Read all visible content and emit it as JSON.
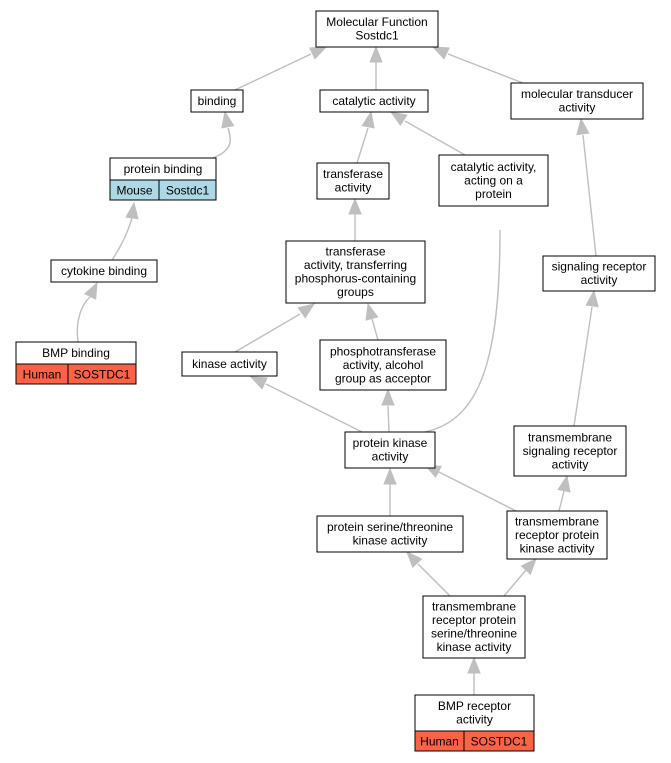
{
  "nodes": {
    "mf_root": {
      "lines": [
        "Molecular Function",
        "Sostdc1"
      ]
    },
    "binding": {
      "lines": [
        "binding"
      ]
    },
    "catalytic_activity": {
      "lines": [
        "catalytic activity"
      ]
    },
    "molecular_transducer": {
      "lines": [
        "molecular transducer",
        "activity"
      ]
    },
    "protein_binding": {
      "lines": [
        "protein binding"
      ],
      "species": "Mouse",
      "gene": "Sostdc1"
    },
    "transferase": {
      "lines": [
        "transferase",
        "activity"
      ]
    },
    "catalytic_protein": {
      "lines": [
        "catalytic activity,",
        "acting on a",
        "protein"
      ]
    },
    "cytokine_binding": {
      "lines": [
        "cytokine binding"
      ]
    },
    "transferase_phospho": {
      "lines": [
        "transferase",
        "activity, transferring",
        "phosphorus-containing",
        "groups"
      ]
    },
    "signaling_receptor": {
      "lines": [
        "signaling receptor",
        "activity"
      ]
    },
    "bmp_binding": {
      "lines": [
        "BMP binding"
      ],
      "species": "Human",
      "gene": "SOSTDC1"
    },
    "kinase": {
      "lines": [
        "kinase activity"
      ]
    },
    "phosphotransferase_alcohol": {
      "lines": [
        "phosphotransferase",
        "activity, alcohol",
        "group as acceptor"
      ]
    },
    "protein_kinase": {
      "lines": [
        "protein kinase",
        "activity"
      ]
    },
    "tm_signaling_receptor": {
      "lines": [
        "transmembrane",
        "signaling receptor",
        "activity"
      ]
    },
    "ser_thr_kinase": {
      "lines": [
        "protein serine/threonine",
        "kinase activity"
      ]
    },
    "tm_receptor_kinase": {
      "lines": [
        "transmembrane",
        "receptor protein",
        "kinase activity"
      ]
    },
    "tm_receptor_ser_thr": {
      "lines": [
        "transmembrane",
        "receptor protein",
        "serine/threonine",
        "kinase activity"
      ]
    },
    "bmp_receptor": {
      "lines": [
        "BMP receptor",
        "activity"
      ],
      "species": "Human",
      "gene": "SOSTDC1"
    }
  },
  "edges": [
    [
      "binding",
      "mf_root"
    ],
    [
      "catalytic_activity",
      "mf_root"
    ],
    [
      "molecular_transducer",
      "mf_root"
    ],
    [
      "protein_binding",
      "binding"
    ],
    [
      "transferase",
      "catalytic_activity"
    ],
    [
      "catalytic_protein",
      "catalytic_activity"
    ],
    [
      "cytokine_binding",
      "protein_binding"
    ],
    [
      "transferase_phospho",
      "transferase"
    ],
    [
      "signaling_receptor",
      "molecular_transducer"
    ],
    [
      "bmp_binding",
      "cytokine_binding"
    ],
    [
      "kinase",
      "transferase_phospho"
    ],
    [
      "phosphotransferase_alcohol",
      "transferase_phospho"
    ],
    [
      "protein_kinase",
      "kinase"
    ],
    [
      "protein_kinase",
      "phosphotransferase_alcohol"
    ],
    [
      "protein_kinase",
      "catalytic_protein"
    ],
    [
      "tm_signaling_receptor",
      "signaling_receptor"
    ],
    [
      "ser_thr_kinase",
      "protein_kinase"
    ],
    [
      "tm_receptor_kinase",
      "protein_kinase"
    ],
    [
      "tm_receptor_kinase",
      "tm_signaling_receptor"
    ],
    [
      "tm_receptor_ser_thr",
      "ser_thr_kinase"
    ],
    [
      "tm_receptor_ser_thr",
      "tm_receptor_kinase"
    ],
    [
      "bmp_receptor",
      "tm_receptor_ser_thr"
    ]
  ],
  "colors": {
    "node_border": "#000000",
    "node_fill": "#ffffff",
    "edge": "#bfbfbf",
    "mouse_fill": "#add8e6",
    "human_fill": "#ff6347"
  }
}
